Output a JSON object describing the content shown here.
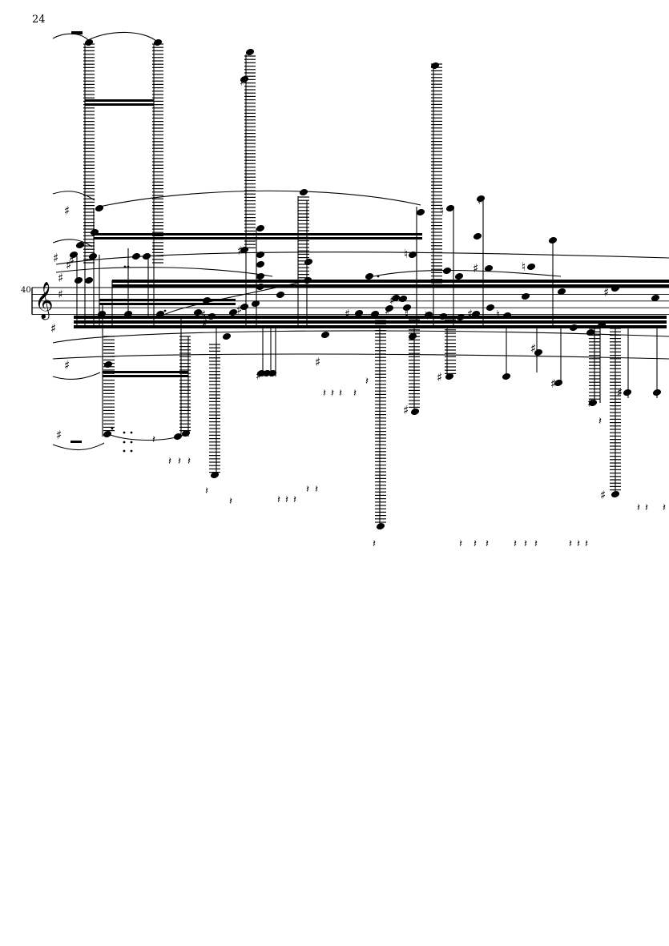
{
  "page": {
    "page_number": "24",
    "measure_number": "40",
    "clef": "treble",
    "key_signature": "one sharp (F#)"
  },
  "glyphs": {
    "clef_icon": "treble-clef-icon",
    "sharp_icon": "sharp-icon",
    "natural_icon": "natural-icon",
    "rest_icon": "quarter-rest-icon",
    "notehead_icon": "notehead-icon"
  },
  "colors": {
    "ink": "#000000",
    "paper": "#ffffff"
  }
}
